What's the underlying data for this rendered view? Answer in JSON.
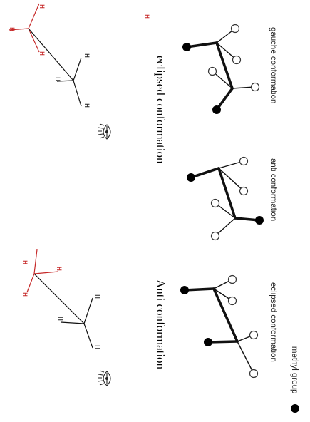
{
  "labels": {
    "anti_title": "Anti conformation",
    "eclipsed_title": "eclipsed conformation",
    "panel_eclipsed": "eclipsed conformation",
    "panel_anti": "anti conformation",
    "panel_gauche": "gauche conformation",
    "legend": "= methyl group",
    "hydrogen": "H"
  },
  "colors": {
    "front_carbon": "#222222",
    "back_carbon": "#c62828",
    "methyl": "#000000",
    "hydrogen_ball": "#ffffff"
  },
  "icons": [
    "eye-icon"
  ]
}
